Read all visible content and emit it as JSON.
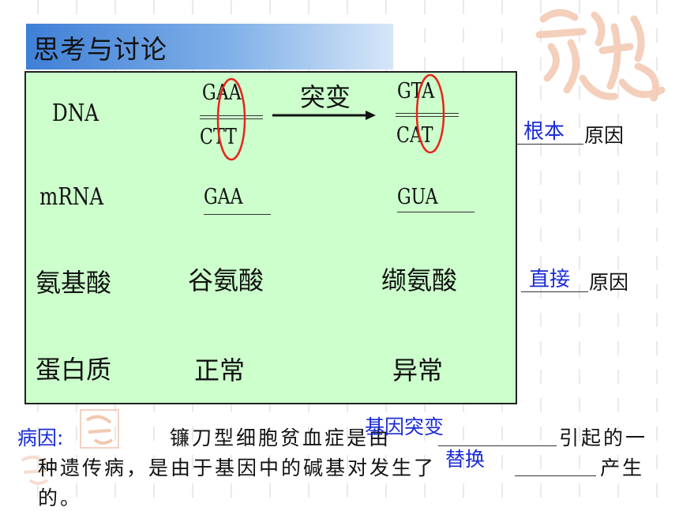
{
  "title": "思考与讨论",
  "table": {
    "rows": {
      "dna": "DNA",
      "mrna": "mRNA",
      "amino": "氨基酸",
      "protein": "蛋白质"
    },
    "normal": {
      "dna_top": "GAA",
      "dna_bottom": "CTT",
      "mrna": "GAA",
      "amino": "谷氨酸",
      "protein": "正常"
    },
    "mutant": {
      "dna_top": "GTA",
      "dna_bottom": "CAT",
      "mrna": "GUA",
      "amino": "缬氨酸",
      "protein": "异常"
    },
    "mutation_label": "突变"
  },
  "side_notes": {
    "root_answer": "根本",
    "root_suffix": "原因",
    "direct_answer": "直接",
    "direct_suffix": "原因"
  },
  "cause": {
    "label": "病因:",
    "line1_a": "镰刀型细胞贫血症是由",
    "answer1": "基因突变",
    "line1_b": "引起的一",
    "line2_a": "种遗传病，是由于基因中的碱基对发生了",
    "answer2": "替换",
    "line2_b": "产生",
    "line3": "的。"
  },
  "colors": {
    "panel_bg": "#ccffcc",
    "answer_blue": "#1a2bd6",
    "ellipse_red": "#e8231c",
    "title_bar": "#3f7fd6"
  }
}
